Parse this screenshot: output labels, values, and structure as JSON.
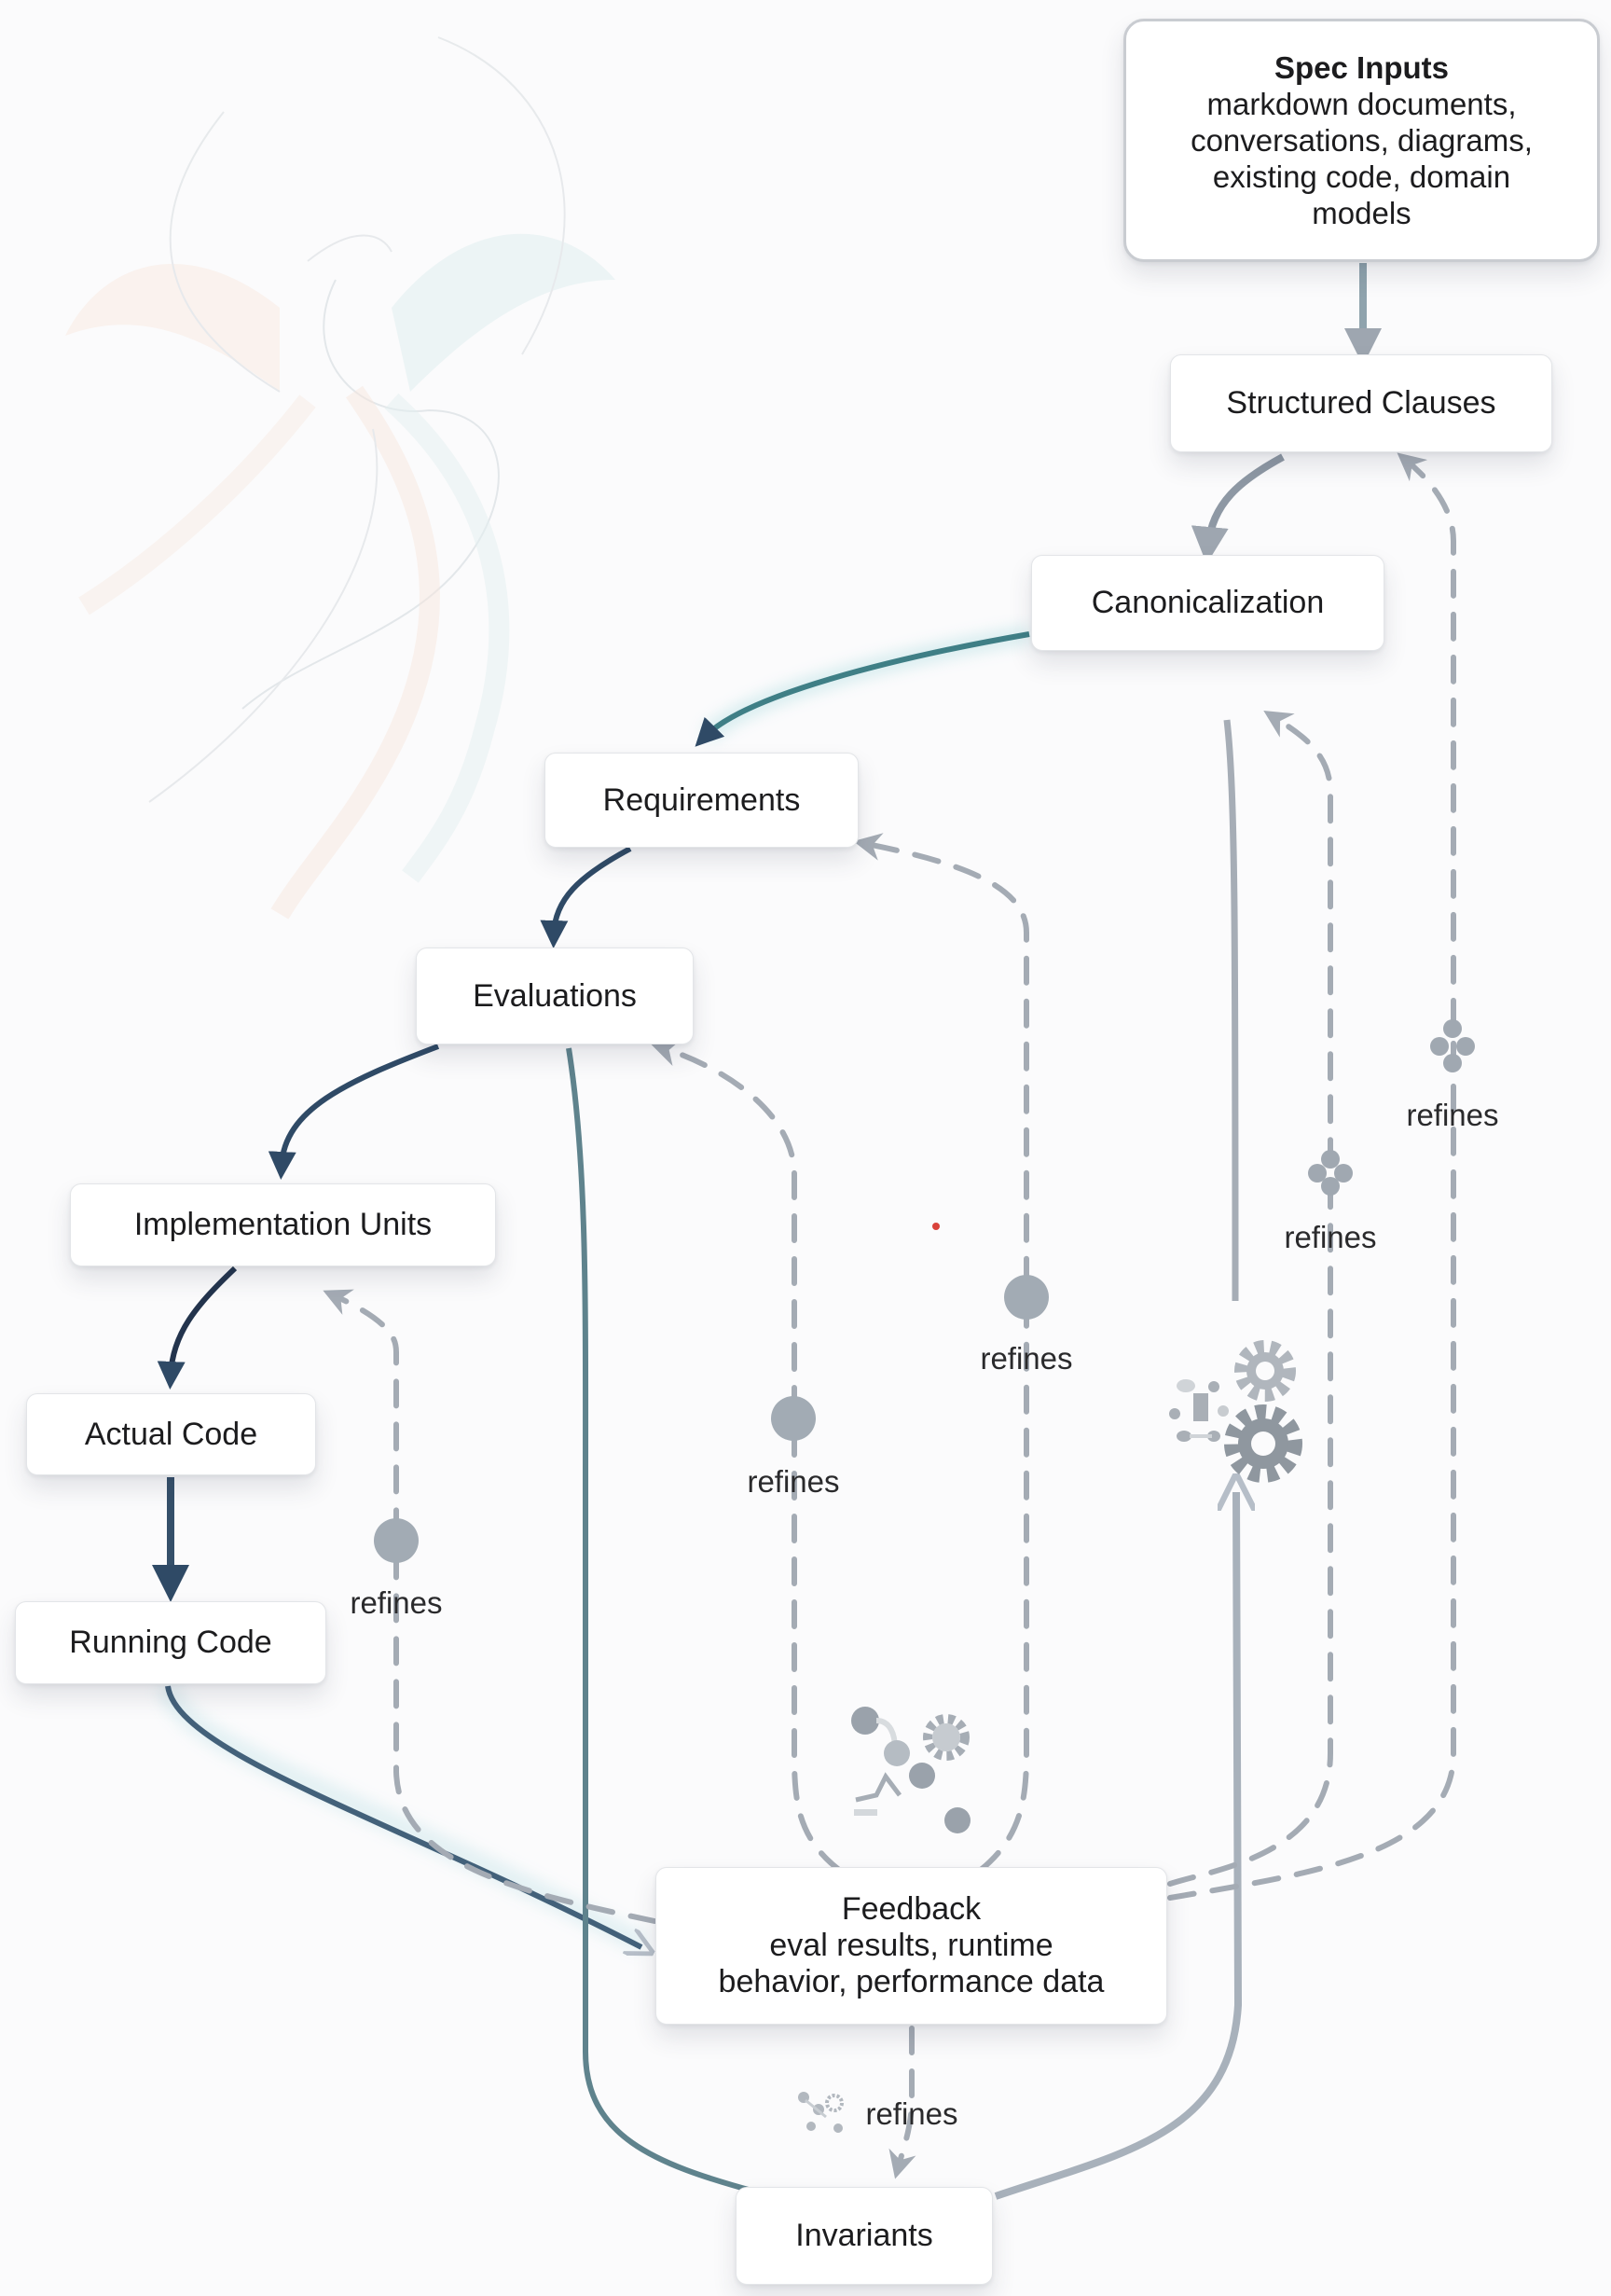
{
  "diagram": {
    "nodes": {
      "spec_inputs": {
        "title": "Spec Inputs",
        "lines": [
          "markdown documents,",
          "conversations, diagrams,",
          "existing code, domain",
          "models"
        ]
      },
      "structured_clauses": {
        "label": "Structured Clauses"
      },
      "canonicalization": {
        "label": "Canonicalization"
      },
      "requirements": {
        "label": "Requirements"
      },
      "evaluations": {
        "label": "Evaluations"
      },
      "implementation_units": {
        "label": "Implementation Units"
      },
      "actual_code": {
        "label": "Actual Code"
      },
      "running_code": {
        "label": "Running Code"
      },
      "feedback": {
        "title": "Feedback",
        "lines": [
          "eval results, runtime",
          "behavior, performance data"
        ]
      },
      "invariants": {
        "label": "Invariants"
      }
    },
    "edge_labels": {
      "impl_refines": "refines",
      "eval_refines": "refines",
      "req_refines": "refines",
      "canon_refines": "refines",
      "clauses_refines": "refines",
      "invariants_refines": "refines"
    },
    "edges": [
      {
        "from": "Spec Inputs",
        "to": "Structured Clauses",
        "style": "solid"
      },
      {
        "from": "Structured Clauses",
        "to": "Canonicalization",
        "style": "solid"
      },
      {
        "from": "Canonicalization",
        "to": "Requirements",
        "style": "solid"
      },
      {
        "from": "Requirements",
        "to": "Evaluations",
        "style": "solid"
      },
      {
        "from": "Evaluations",
        "to": "Implementation Units",
        "style": "solid"
      },
      {
        "from": "Implementation Units",
        "to": "Actual Code",
        "style": "solid"
      },
      {
        "from": "Actual Code",
        "to": "Running Code",
        "style": "solid"
      },
      {
        "from": "Running Code",
        "to": "Feedback",
        "style": "solid"
      },
      {
        "from": "Evaluations",
        "to": "Invariants",
        "style": "solid"
      },
      {
        "from": "Canonicalization",
        "to": "Invariants",
        "style": "solid"
      },
      {
        "from": "Invariants",
        "to": "Canonicalization",
        "style": "solid"
      },
      {
        "from": "Feedback",
        "to": "Invariants",
        "style": "dashed",
        "label": "refines"
      },
      {
        "from": "Feedback",
        "to": "Implementation Units",
        "style": "dashed",
        "label": "refines"
      },
      {
        "from": "Feedback",
        "to": "Evaluations",
        "style": "dashed",
        "label": "refines"
      },
      {
        "from": "Feedback",
        "to": "Requirements",
        "style": "dashed",
        "label": "refines"
      },
      {
        "from": "Feedback",
        "to": "Canonicalization",
        "style": "dashed",
        "label": "refines"
      },
      {
        "from": "Feedback",
        "to": "Structured Clauses",
        "style": "dashed",
        "label": "refines"
      }
    ],
    "colors": {
      "dark_edge": "#2f4a66",
      "teal_edge": "#3f7f86",
      "gray_edge": "#9ea6b0",
      "dashed_edge": "#a4abb4",
      "icon_gray": "#9aa2ab",
      "marker_red": "#d9423b"
    }
  }
}
